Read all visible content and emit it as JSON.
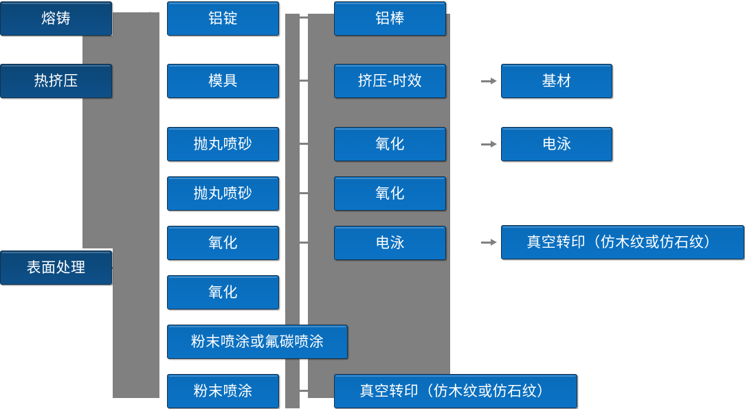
{
  "diagram": {
    "title": "Aluminium profile surface treatment process flow",
    "colors": {
      "dark_box": "#0e4d86",
      "mid_box": "#0a6ebd",
      "connector_gray": "#808080",
      "box_border": "#15314b",
      "text": "#ffffff",
      "background": "#ffffff"
    },
    "columns": [
      {
        "name": "stage",
        "nodes": [
          {
            "id": "stage-rongzhu",
            "label": "熔铸"
          },
          {
            "id": "stage-rejiya",
            "label": "热挤压"
          },
          {
            "id": "stage-biaomian",
            "label": "表面处理"
          }
        ]
      },
      {
        "name": "process",
        "nodes": [
          {
            "id": "proc-ludin",
            "label": "铝锭"
          },
          {
            "id": "proc-muju",
            "label": "模具"
          },
          {
            "id": "proc-paowan-1",
            "label": "抛丸喷砂"
          },
          {
            "id": "proc-paowan-2",
            "label": "抛丸喷砂"
          },
          {
            "id": "proc-yanghua-1",
            "label": "氧化"
          },
          {
            "id": "proc-yanghua-2",
            "label": "氧化"
          },
          {
            "id": "proc-fenmo-fu",
            "label": "粉末喷涂或氟碳喷涂"
          },
          {
            "id": "proc-fenmo",
            "label": "粉末喷涂"
          }
        ]
      },
      {
        "name": "output",
        "nodes": [
          {
            "id": "out-lubang",
            "label": "铝棒"
          },
          {
            "id": "out-jiya-shixiao",
            "label": "挤压-时效"
          },
          {
            "id": "out-yanghua-1",
            "label": "氧化"
          },
          {
            "id": "out-yanghua-2",
            "label": "氧化"
          },
          {
            "id": "out-dianyong",
            "label": "电泳"
          },
          {
            "id": "out-zhuankong",
            "label": "真空转印（仿木纹或仿石纹）"
          }
        ]
      },
      {
        "name": "result",
        "nodes": [
          {
            "id": "res-jicai",
            "label": "基材"
          },
          {
            "id": "res-dianyong",
            "label": "电泳"
          },
          {
            "id": "res-zhuankong",
            "label": "真空转印（仿木纹或仿石纹）"
          }
        ]
      }
    ]
  }
}
